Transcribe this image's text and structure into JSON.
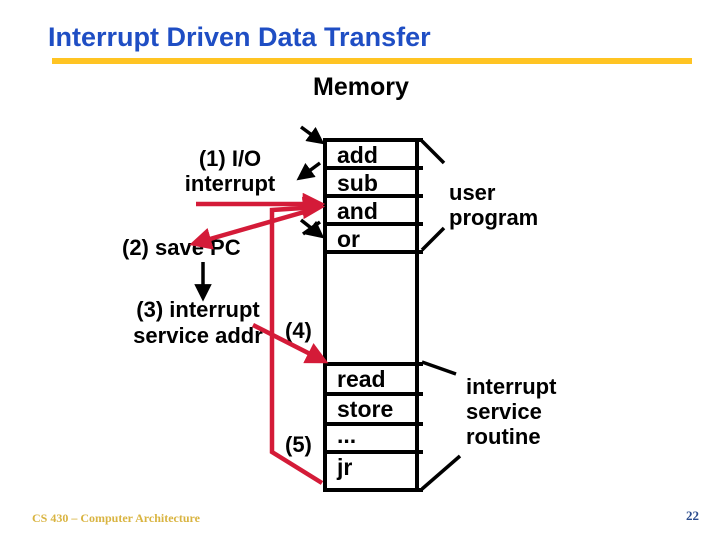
{
  "slide": {
    "title": "Interrupt Driven Data Transfer",
    "accent_blue": "#1F4EC4",
    "accent_gold": "#FFC423",
    "arrow_red": "#D41B38",
    "arrow_black": "#000000"
  },
  "diagram": {
    "memory_heading": "Memory",
    "memory_rows": [
      {
        "label": "add",
        "type": "instruction"
      },
      {
        "label": "sub",
        "type": "instruction"
      },
      {
        "label": "and",
        "type": "instruction"
      },
      {
        "label": "or",
        "type": "instruction"
      },
      {
        "label": "",
        "type": "empty"
      },
      {
        "label": "read",
        "type": "instruction"
      },
      {
        "label": "store",
        "type": "instruction"
      },
      {
        "label": "...",
        "type": "instruction"
      },
      {
        "label": "jr",
        "type": "instruction"
      }
    ],
    "steps": [
      {
        "id": "1",
        "text": "(1) I/O\ninterrupt",
        "line1": "(1) I/O",
        "line2": "interrupt"
      },
      {
        "id": "2",
        "text": "(2) save PC",
        "line1": "(2) save PC",
        "line2": ""
      },
      {
        "id": "3",
        "text": "(3) interrupt\nservice addr",
        "line1": "(3) interrupt",
        "line2": "service addr"
      },
      {
        "id": "4",
        "text": "(4)",
        "line1": "(4)",
        "line2": ""
      },
      {
        "id": "5",
        "text": "(5)",
        "line1": "(5)",
        "line2": ""
      }
    ],
    "brace_labels": [
      {
        "id": "user-program",
        "line1": "user",
        "line2": "program",
        "line3": ""
      },
      {
        "id": "interrupt-service",
        "line1": "interrupt",
        "line2": "service",
        "line3": "routine"
      }
    ]
  },
  "footer": {
    "course": "CS 430 – Computer Architecture",
    "page_number": "22"
  }
}
